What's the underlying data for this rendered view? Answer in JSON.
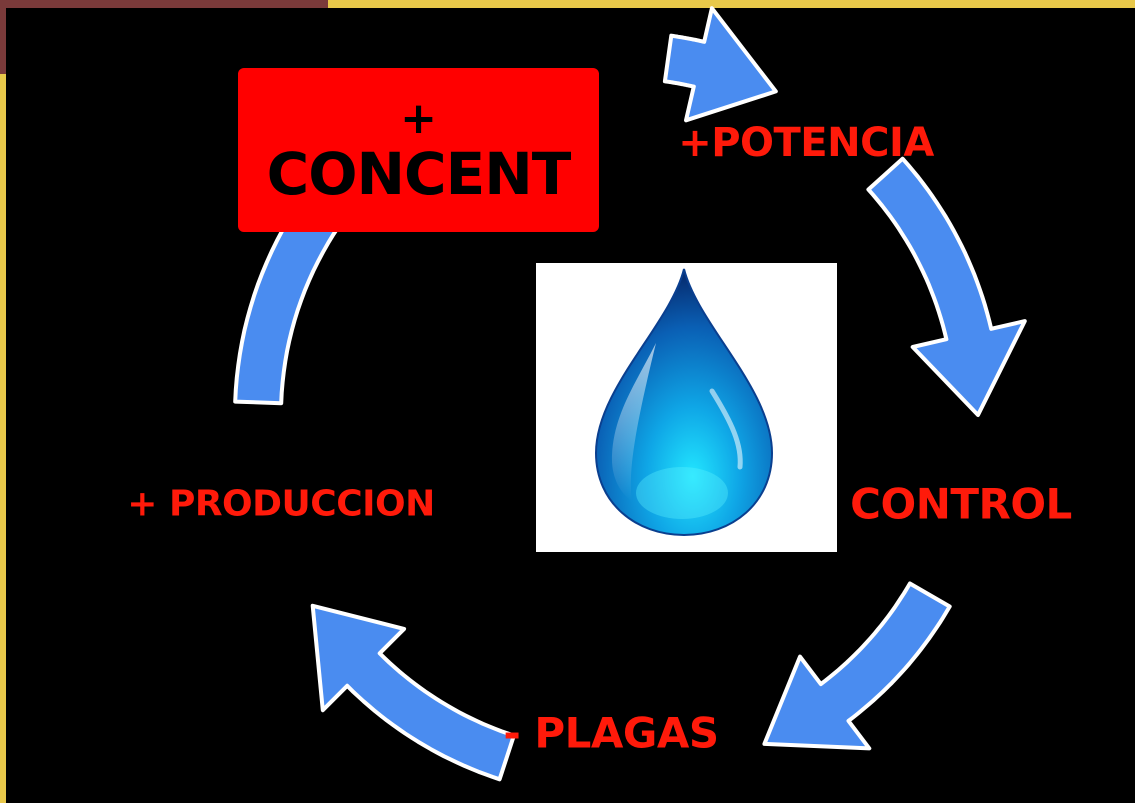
{
  "colors": {
    "background": "#000000",
    "label_red": "#ff1a0a",
    "box_red": "#ff0000",
    "box_text": "#000000",
    "arrow_fill": "#4a8cf0",
    "arrow_stroke": "#ffffff",
    "frame_maroon": "#7a3a3a",
    "frame_gold": "#e8c84a"
  },
  "diagram": {
    "center_icon": "water-drop-icon",
    "top_box": {
      "line1": "+",
      "line2": "CONCENT"
    },
    "labels": {
      "potencia": "+POTENCIA",
      "control": "CONTROL",
      "plagas": "- PLAGAS",
      "produccion": "+ PRODUCCION"
    }
  }
}
